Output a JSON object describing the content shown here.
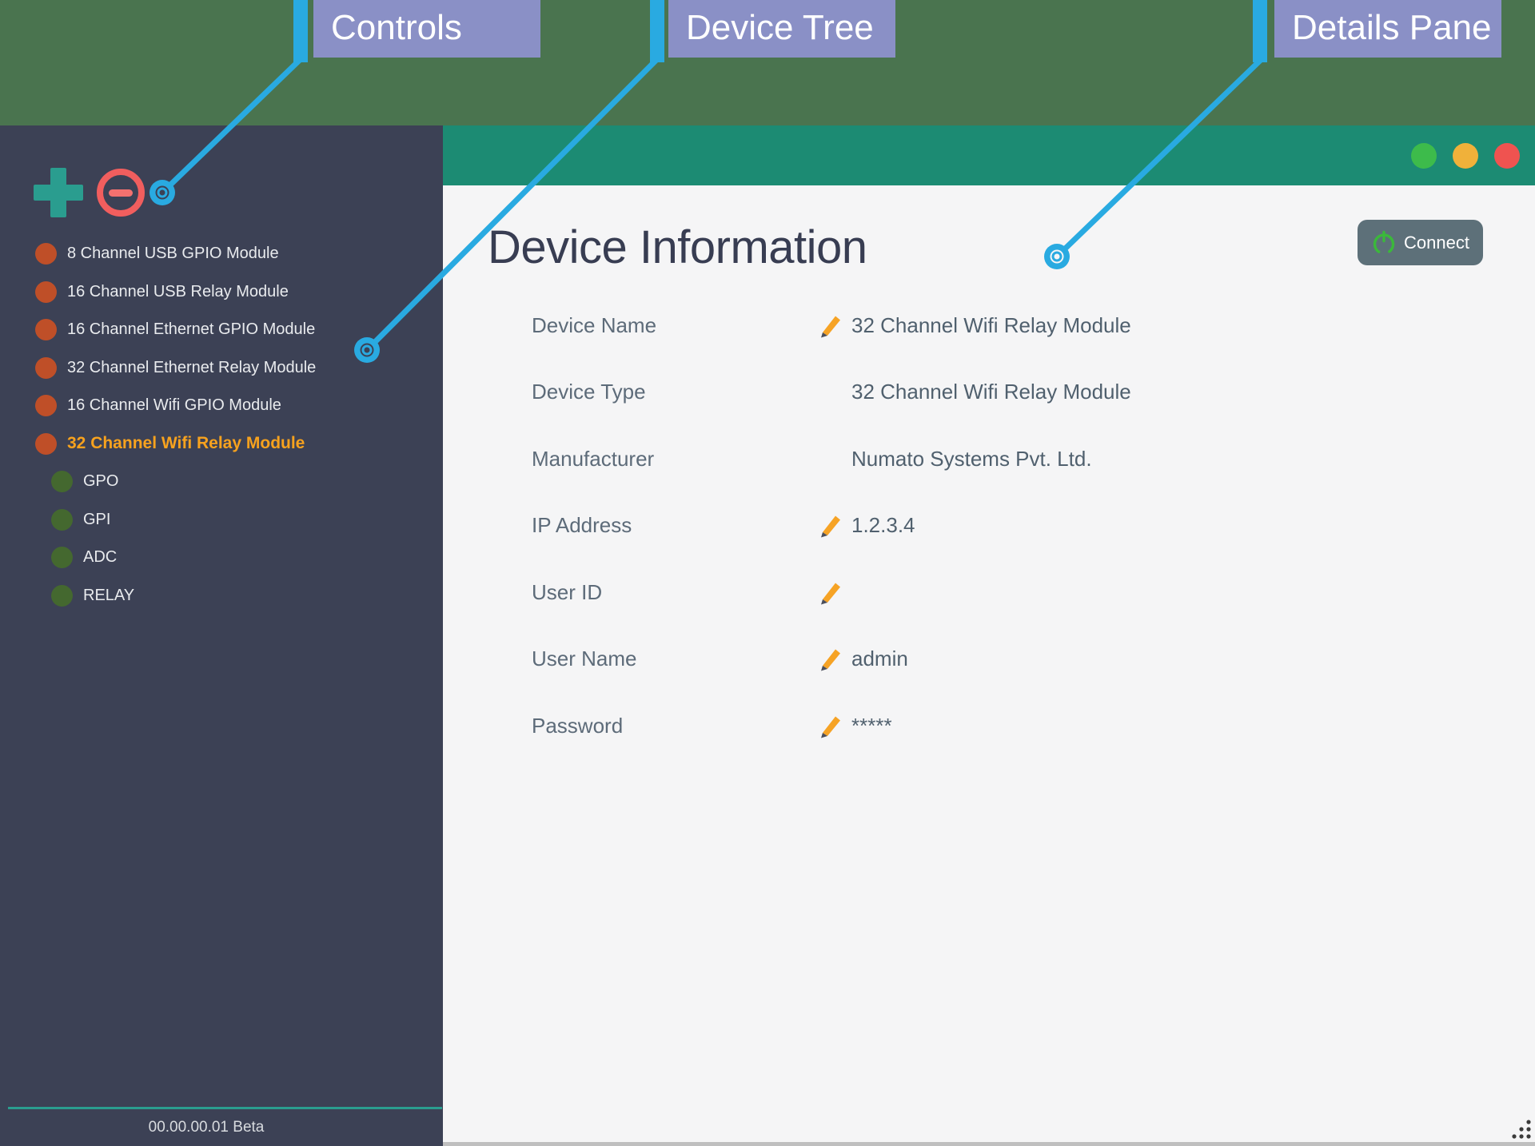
{
  "annotations": {
    "callouts": [
      {
        "label": "Controls"
      },
      {
        "label": "Device Tree"
      },
      {
        "label": "Details Pane"
      }
    ]
  },
  "sidebar": {
    "tree": [
      {
        "label": "8 Channel USB GPIO Module",
        "level": 0,
        "selected": false
      },
      {
        "label": "16 Channel USB Relay Module",
        "level": 0,
        "selected": false
      },
      {
        "label": "16 Channel Ethernet GPIO Module",
        "level": 0,
        "selected": false
      },
      {
        "label": "32 Channel Ethernet Relay Module",
        "level": 0,
        "selected": false
      },
      {
        "label": "16 Channel Wifi GPIO Module",
        "level": 0,
        "selected": false
      },
      {
        "label": "32 Channel Wifi Relay Module",
        "level": 0,
        "selected": true
      },
      {
        "label": "GPO",
        "level": 1,
        "selected": false
      },
      {
        "label": "GPI",
        "level": 1,
        "selected": false
      },
      {
        "label": "ADC",
        "level": 1,
        "selected": false
      },
      {
        "label": "RELAY",
        "level": 1,
        "selected": false
      }
    ],
    "version": "00.00.00.01 Beta"
  },
  "main": {
    "title": "Device Information",
    "connect": {
      "label": "Connect"
    },
    "fields": [
      {
        "label": "Device Name",
        "value": "32 Channel Wifi Relay Module",
        "editable": true
      },
      {
        "label": "Device Type",
        "value": "32 Channel Wifi Relay Module",
        "editable": false
      },
      {
        "label": "Manufacturer",
        "value": "Numato Systems Pvt. Ltd.",
        "editable": false
      },
      {
        "label": "IP Address",
        "value": "1.2.3.4",
        "editable": true
      },
      {
        "label": "User ID",
        "value": "",
        "editable": true
      },
      {
        "label": "User Name",
        "value": "admin",
        "editable": true
      },
      {
        "label": "Password",
        "value": "*****",
        "editable": true
      }
    ]
  },
  "colors": {
    "banner_green": "#4a744f",
    "callout_purple": "#8a90c6",
    "callout_blue": "#29aae1",
    "sidebar_navy": "#3c4155",
    "titlebar_teal": "#1c8b73",
    "main_bg": "#f5f5f6",
    "accent_orange_selected": "#f7a21e",
    "device_dot_orange": "#bf4f28",
    "channel_dot_green": "#44682f",
    "plus_teal": "#2a9d8f",
    "minus_red": "#f15e5e",
    "connect_gray": "#5d7079",
    "power_green": "#3bb83b",
    "traffic_green": "#3dbb4b",
    "traffic_amber": "#f0b13a",
    "traffic_red": "#ef5350"
  }
}
